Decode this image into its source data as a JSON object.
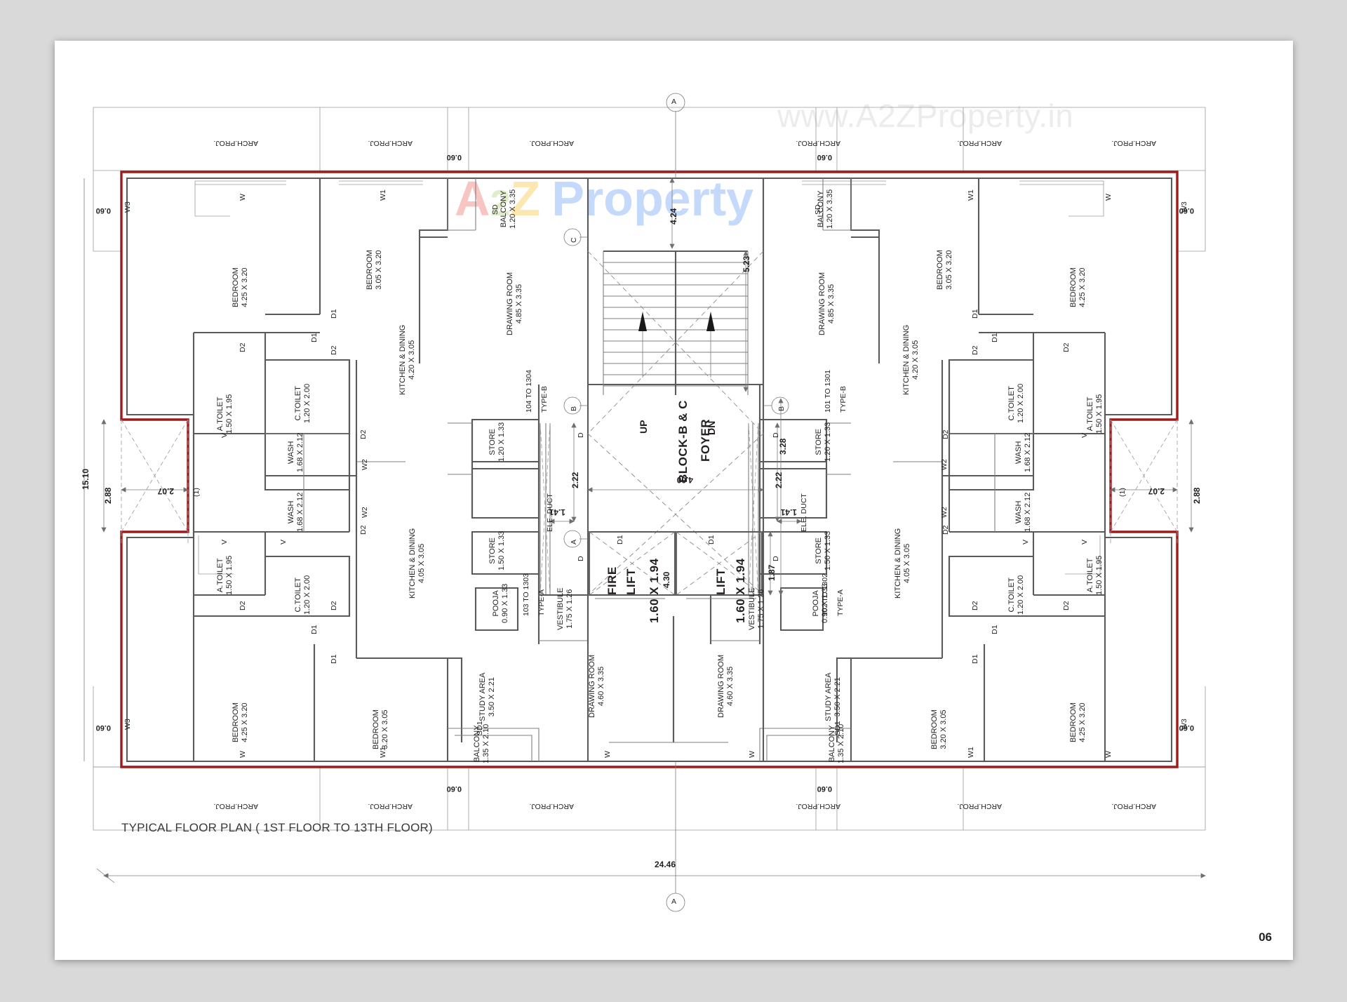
{
  "document": {
    "title": "TYPICAL FLOOR PLAN ( 1ST FLOOR TO 13TH FLOOR)",
    "page_number": "06",
    "watermark_url": "www.A2ZProperty.in",
    "logo": {
      "a": "A",
      "two": "2",
      "z": "Z",
      "word": "Property"
    }
  },
  "colors": {
    "outline_red": "#9e1b1b",
    "wall": "#58585a",
    "thin": "#8d8d8f",
    "text": "#231f20",
    "sheet": "#ffffff",
    "background": "#d9d9d9"
  },
  "overall_dimensions": {
    "width": "24.46",
    "height": "15.10",
    "core_width": "4.00",
    "core_upper": "4.24",
    "core_stair": "5.23",
    "lift_depth": "4.30",
    "foyer_depth": "3.28",
    "notch_a": "2.88",
    "notch_b": "2.07",
    "duct_a": "2.22",
    "duct_b": "1.41",
    "lobby": "1.87",
    "projection": "0.60"
  },
  "grid_bubbles": [
    "A",
    "B",
    "C",
    "A",
    "A",
    "B",
    "C"
  ],
  "core": {
    "block_line1": "BLOCK-B & C",
    "block_line2": "FOYER",
    "up": "UP",
    "dn": "DN",
    "lift_left_label": "FIRE\nLIFT",
    "lift_left_name_1": "FIRE",
    "lift_left_name_2": "LIFT",
    "lift_left_size": "1.60 X 1.94",
    "lift_right_name": "LIFT",
    "lift_right_size": "1.60 X 1.94",
    "ele_duct": "ELE. DUCT"
  },
  "unit_tags": [
    {
      "id": "unit-104",
      "line1": "104 TO 1304",
      "line2": "TYPE-B"
    },
    {
      "id": "unit-103",
      "line1": "103 TO 1303",
      "line2": "TYPE-A"
    },
    {
      "id": "unit-101",
      "line1": "101 TO 1301",
      "line2": "TYPE-B"
    },
    {
      "id": "unit-102",
      "line1": "102 TO 1302",
      "line2": "TYPE-A"
    }
  ],
  "arch_proj_label": "ARCH.PROJ.",
  "rooms_top_left": [
    {
      "name": "BEDROOM",
      "size": "4.25 X 3.20"
    },
    {
      "name": "BEDROOM",
      "size": "3.05 X 3.20"
    },
    {
      "name": "BALCONY",
      "size": "1.20 X 3.35"
    },
    {
      "name": "DRAWING ROOM",
      "size": "4.85 X 3.35"
    },
    {
      "name": "KITCHEN & DINING",
      "size": "4.20 X 3.05"
    },
    {
      "name": "A.TOILET",
      "size": "1.50 X 1.95"
    },
    {
      "name": "C.TOILET",
      "size": "1.20 X 2.00"
    },
    {
      "name": "WASH",
      "size": "1.68 X 2.12"
    },
    {
      "name": "STORE",
      "size": "1.20 X 1.33"
    }
  ],
  "rooms_bottom_left": [
    {
      "name": "A.TOILET",
      "size": "1.50 X 1.95"
    },
    {
      "name": "C.TOILET",
      "size": "1.20 X 2.00"
    },
    {
      "name": "WASH",
      "size": "1.68 X 2.12"
    },
    {
      "name": "KITCHEN & DINING",
      "size": "4.05 X 3.05"
    },
    {
      "name": "STORE",
      "size": "1.50 X 1.33"
    },
    {
      "name": "POOJA",
      "size": "0.90 X 1.33"
    },
    {
      "name": "VESTIBULE",
      "size": "1.75 X 1.26"
    },
    {
      "name": "STUDY AREA",
      "size": "3.50 X 2.21"
    },
    {
      "name": "DRAWING ROOM",
      "size": "4.60 X 3.35"
    },
    {
      "name": "BEDROOM",
      "size": "4.25 X 3.20"
    },
    {
      "name": "BEDROOM",
      "size": "3.20 X 3.05"
    },
    {
      "name": "BALCONY",
      "size": "1.35 X 2.10"
    }
  ],
  "rooms_top_right": [
    {
      "name": "BEDROOM",
      "size": "4.25 X 3.20"
    },
    {
      "name": "BEDROOM",
      "size": "3.05 X 3.20"
    },
    {
      "name": "BALCONY",
      "size": "1.20 X 3.35"
    },
    {
      "name": "DRAWING ROOM",
      "size": "4.85 X 3.35"
    },
    {
      "name": "KITCHEN & DINING",
      "size": "4.20 X 3.05"
    },
    {
      "name": "A.TOILET",
      "size": "1.50 X 1.95"
    },
    {
      "name": "C.TOILET",
      "size": "1.20 X 2.00"
    },
    {
      "name": "WASH",
      "size": "1.68 X 2.12"
    },
    {
      "name": "STORE",
      "size": "1.20 X 1.33"
    }
  ],
  "rooms_bottom_right": [
    {
      "name": "A.TOILET",
      "size": "1.50 X 1.95"
    },
    {
      "name": "C.TOILET",
      "size": "1.20 X 2.00"
    },
    {
      "name": "WASH",
      "size": "1.68 X 2.12"
    },
    {
      "name": "KITCHEN & DINING",
      "size": "4.05 X 3.05"
    },
    {
      "name": "STORE",
      "size": "1.50 X 1.33"
    },
    {
      "name": "POOJA",
      "size": "0.90 X 1.33"
    },
    {
      "name": "VESTIBULE",
      "size": "1.75 X 1.26"
    },
    {
      "name": "STUDY AREA",
      "size": "3.50 X 2.21"
    },
    {
      "name": "DRAWING ROOM",
      "size": "4.60 X 3.35"
    },
    {
      "name": "BEDROOM",
      "size": "4.25 X 3.20"
    },
    {
      "name": "BEDROOM",
      "size": "3.20 X 3.05"
    },
    {
      "name": "BALCONY",
      "size": "1.35 X 2.10"
    }
  ],
  "openings": {
    "window_w": "W",
    "window_w1": "W1",
    "window_w2": "W2",
    "window_w3": "W3",
    "door_d": "D",
    "door_d1": "D1",
    "door_d2": "D2",
    "vent_v": "V",
    "slide_sd": "SD",
    "slide_sd1": "SD1"
  }
}
